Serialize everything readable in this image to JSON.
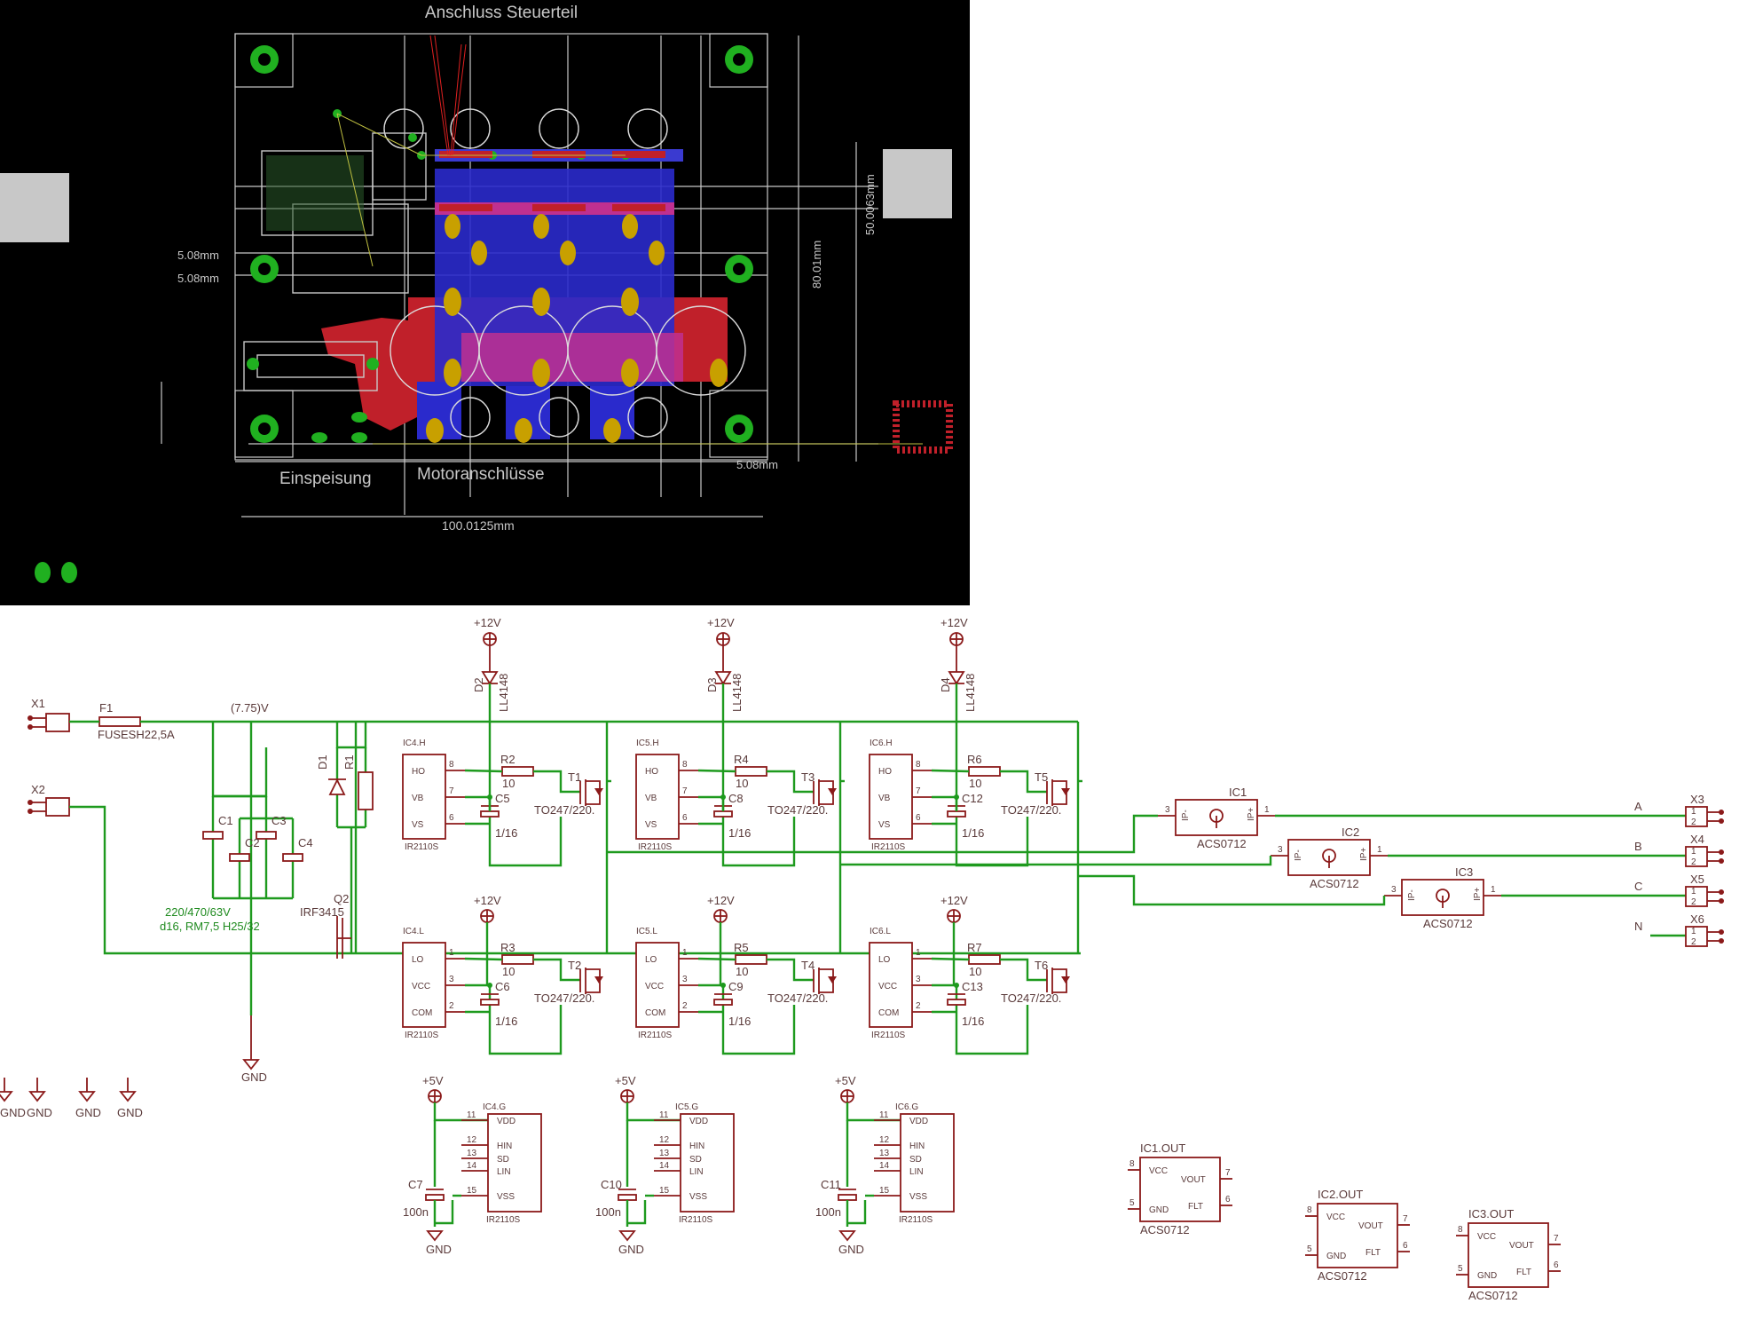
{
  "pcb": {
    "title": "Anschluss Steuerteil",
    "label_feed": "Einspeisung",
    "label_motor": "Motoranschlüsse",
    "dims": [
      "5.08mm",
      "5.08mm",
      "50.0063mm",
      "80.01mm",
      "5.08mm",
      "100.0125mm"
    ],
    "colors": {
      "copper_top": "#c0202a",
      "copper_bottom": "#2a2acc",
      "pad": "#20b020",
      "outline": "#c8c8c8"
    }
  },
  "schematic": {
    "x1": "X1",
    "x2": "X2",
    "fuse": "F1",
    "fuse_val": "FUSESH22,5A",
    "supply_v": "(7.75)V",
    "d1": "D1",
    "r1": "R1",
    "caps": [
      "C1",
      "C2",
      "C3",
      "C4"
    ],
    "cap_val1": "220/470/63V",
    "cap_val2": "d16, RM7,5 H25/32",
    "q2": "Q2",
    "q2_val": "IRF3415",
    "gnd": "GND",
    "p12": "+12V",
    "p5": "+5V",
    "diode_val": "LL4148",
    "diodes": [
      "D2",
      "D3",
      "D4"
    ],
    "drivers_high": [
      {
        "name": "IC4.H",
        "r": "R2",
        "c": "C5",
        "t": "T1"
      },
      {
        "name": "IC5.H",
        "r": "R4",
        "c": "C8",
        "t": "T3"
      },
      {
        "name": "IC6.H",
        "r": "R6",
        "c": "C12",
        "t": "T5"
      }
    ],
    "drivers_low": [
      {
        "name": "IC4.L",
        "r": "R3",
        "c": "C6",
        "t": "T2"
      },
      {
        "name": "IC5.L",
        "r": "R5",
        "c": "C9",
        "t": "T4"
      },
      {
        "name": "IC6.L",
        "r": "R7",
        "c": "C13",
        "t": "T6"
      }
    ],
    "hi_pins": [
      "HO",
      "VB",
      "VS"
    ],
    "lo_pins": [
      "LO",
      "VCC",
      "COM"
    ],
    "hi_pin_nums": [
      "8",
      "7",
      "6"
    ],
    "lo_pin_nums": [
      "1",
      "3",
      "2"
    ],
    "driver_part": "IR2110S",
    "r_val": "10",
    "c_val": "1/16",
    "t_val": "TO247/220.",
    "sensors": [
      "IC1",
      "IC2",
      "IC3"
    ],
    "sensor_part": "ACS0712",
    "sensor_pins": [
      "IP-",
      "IP+"
    ],
    "sensor_pin_nums": [
      "3",
      "1"
    ],
    "outputs": [
      "X3",
      "X4",
      "X5",
      "X6"
    ],
    "phases": [
      "A",
      "B",
      "C",
      "N"
    ],
    "conn_pins": [
      "1",
      "2"
    ],
    "gate_units": [
      {
        "name": "IC4.G",
        "c": "C7"
      },
      {
        "name": "IC5.G",
        "c": "C10"
      },
      {
        "name": "IC6.G",
        "c": "C11"
      }
    ],
    "gate_pins": [
      "VDD",
      "HIN",
      "SD",
      "LIN",
      "VSS"
    ],
    "gate_pin_nums": [
      "11",
      "12",
      "13",
      "14",
      "15"
    ],
    "gate_c_val": "100n",
    "out_units": [
      "IC1.OUT",
      "IC2.OUT",
      "IC3.OUT"
    ],
    "out_pins": [
      "VCC",
      "VOUT",
      "FLT",
      "GND"
    ],
    "out_pin_nums": [
      "8",
      "7",
      "6",
      "5"
    ]
  }
}
